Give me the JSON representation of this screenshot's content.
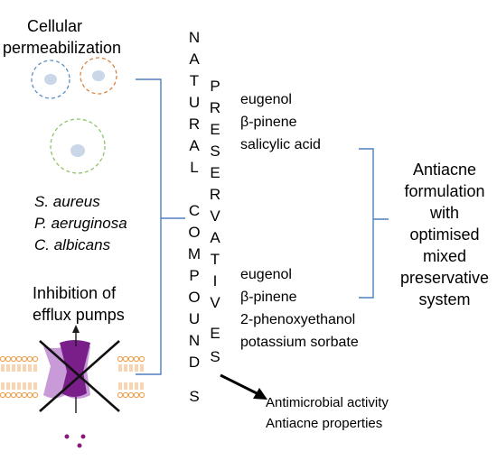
{
  "left": {
    "permeabilization": [
      "Cellular",
      "permeabilization"
    ],
    "organisms": [
      "S. aureus",
      "P. aeruginosa",
      "C. albicans"
    ],
    "efflux": [
      "Inhibition of",
      "efflux pumps"
    ]
  },
  "vertical": {
    "natural_compounds": [
      "N",
      "A",
      "T",
      "U",
      "R",
      "A",
      "L",
      "C",
      "O",
      "M",
      "P",
      "O",
      "U",
      "N",
      "D",
      "S"
    ],
    "preservatives": [
      "P",
      "R",
      "E",
      "S",
      "E",
      "R",
      "V",
      "A",
      "T",
      "I",
      "V",
      "E",
      "S"
    ]
  },
  "compounds": {
    "group1": [
      "eugenol",
      "β-pinene",
      "salicylic acid"
    ],
    "group2": [
      "eugenol",
      "β-pinene",
      "2-phenoxyethanol",
      "potassium sorbate"
    ]
  },
  "right": {
    "formulation": [
      "Antiacne",
      "formulation",
      "with",
      "optimised",
      "mixed",
      "preservative",
      "system"
    ]
  },
  "bottom": {
    "activities": [
      "Antimicrobial activity",
      "Antiacne properties"
    ]
  },
  "colors": {
    "bracket": "#4f7fbf",
    "cell_blue": "#5b8fc7",
    "cell_orange": "#d9823f",
    "cell_green": "#8dc46a",
    "nucleus": "#c9d7e8",
    "membrane": "#f0a050",
    "pump": "#7a1f8a",
    "pump_light": "#c89ad8"
  }
}
